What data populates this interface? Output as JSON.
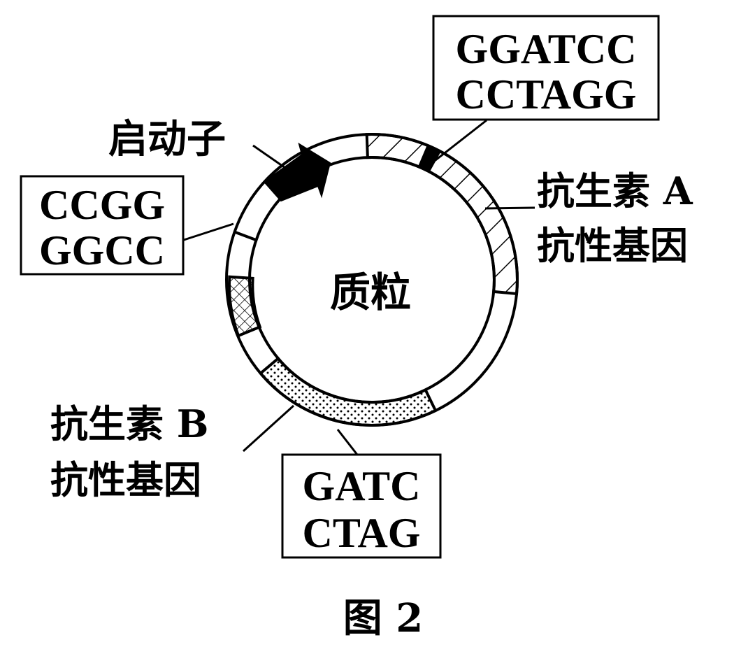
{
  "figure": {
    "caption": "图 2",
    "center_label": "质粒"
  },
  "labels": {
    "promoter": "启动子",
    "antibiotic_a_line1": "抗生素 A",
    "antibiotic_a_line2": "抗性基因",
    "antibiotic_b_line1": "抗生素 B",
    "antibiotic_b_line2": "抗性基因"
  },
  "restriction_sites": {
    "bamhi": {
      "top": "GGATCC",
      "bottom": "CCTAGG"
    },
    "hpaii": {
      "top": "CCGG",
      "bottom": "GGCC"
    },
    "mboi": {
      "top": "GATC",
      "bottom": "CTAG"
    }
  },
  "colors": {
    "stroke": "#000000",
    "background": "#ffffff"
  }
}
